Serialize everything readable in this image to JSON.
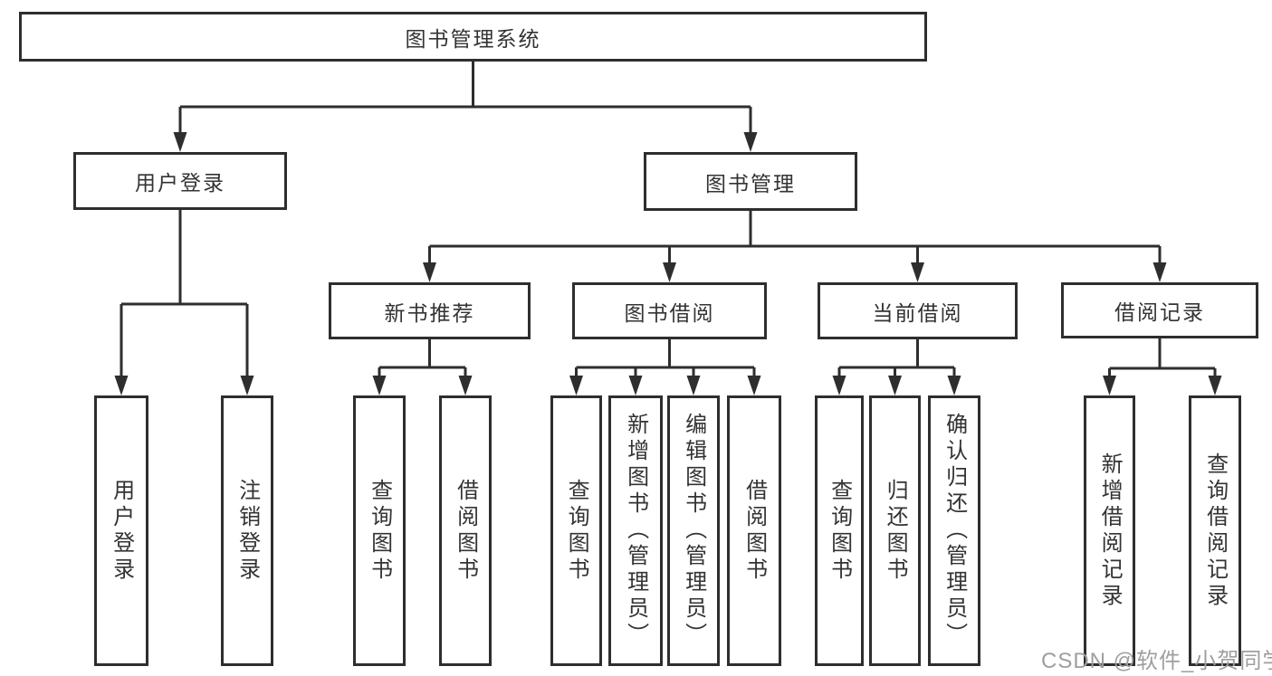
{
  "diagram": {
    "title": "图书管理系统",
    "type": "functional-structure-tree",
    "colors": {
      "line": "#2e2e2e",
      "border": "#2e2e2e",
      "text": "#333333",
      "box_background": "#ffffff",
      "page_background": "#ffffff",
      "watermark_text": "#9e9e9e"
    },
    "hierarchy": {
      "root": "图书管理系统",
      "children": [
        {
          "label": "用户登录",
          "children": [
            "用户登录",
            "注销登录"
          ]
        },
        {
          "label": "图书管理",
          "children": [
            {
              "label": "新书推荐",
              "children": [
                "查询图书",
                "借阅图书"
              ]
            },
            {
              "label": "图书借阅",
              "children": [
                "查询图书",
                "新增图书（管理员）",
                "编辑图书（管理员）",
                "借阅图书"
              ]
            },
            {
              "label": "当前借阅",
              "children": [
                "查询图书",
                "归还图书",
                "确认归还（管理员）"
              ]
            },
            {
              "label": "借阅记录",
              "children": [
                "新增借阅记录",
                "查询借阅记录"
              ]
            }
          ]
        }
      ]
    }
  },
  "watermark": {
    "text": "CSDN @软件_小贺同学"
  }
}
